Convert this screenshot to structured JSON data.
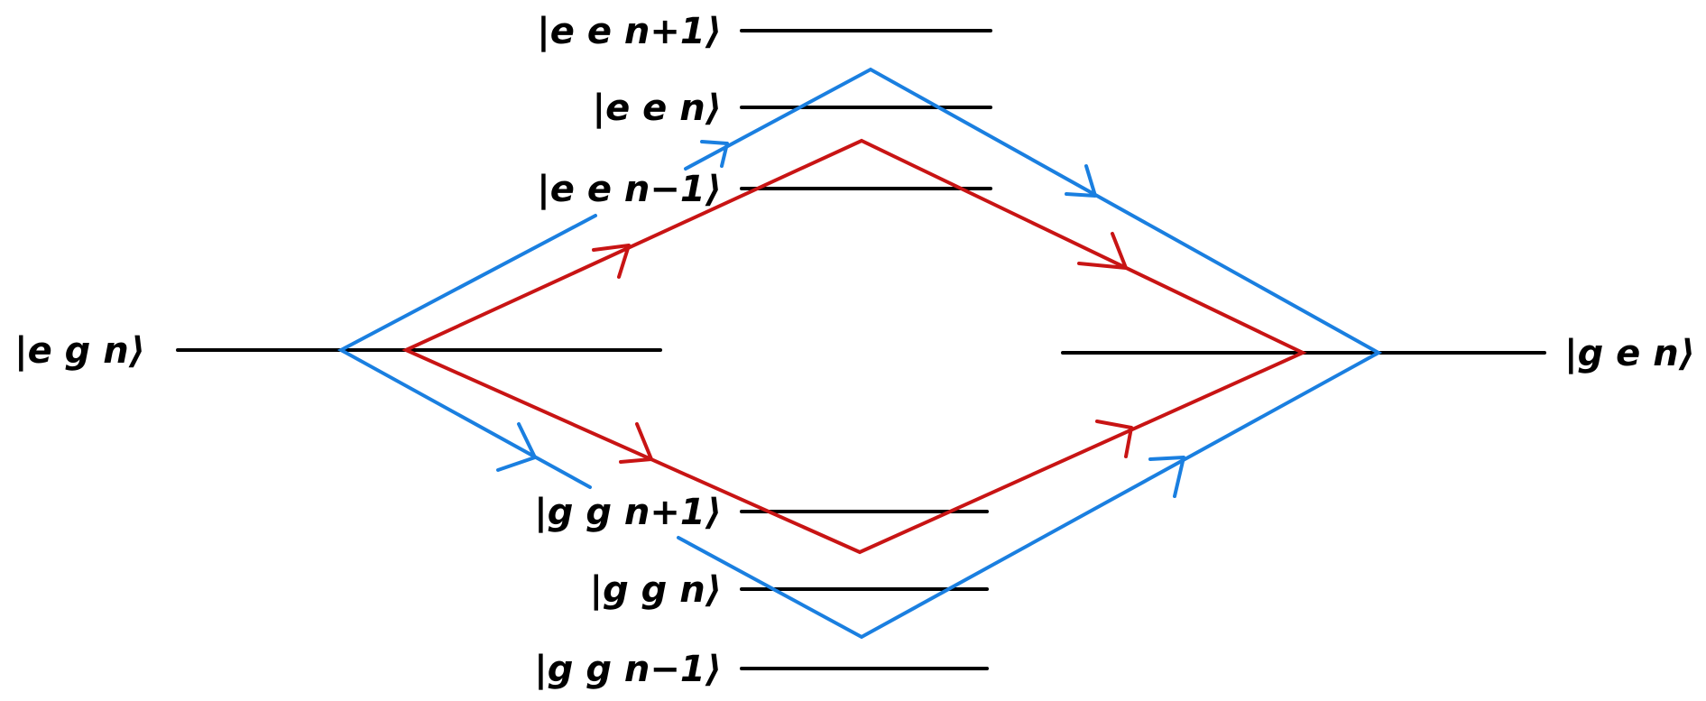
{
  "states": {
    "ee_n_plus_1": "|e e n+1⟩",
    "ee_n": "|e e n⟩",
    "ee_n_minus_1": "|e e n−1⟩",
    "eg_n": "|e g n⟩",
    "ge_n": "|g e n⟩",
    "gg_n_plus_1": "|g g n+1⟩",
    "gg_n": "|g g n⟩",
    "gg_n_minus_1": "|g g n−1⟩"
  },
  "colors": {
    "levels": "#000000",
    "path_blue": "#1a7fe0",
    "path_red": "#c81414"
  }
}
